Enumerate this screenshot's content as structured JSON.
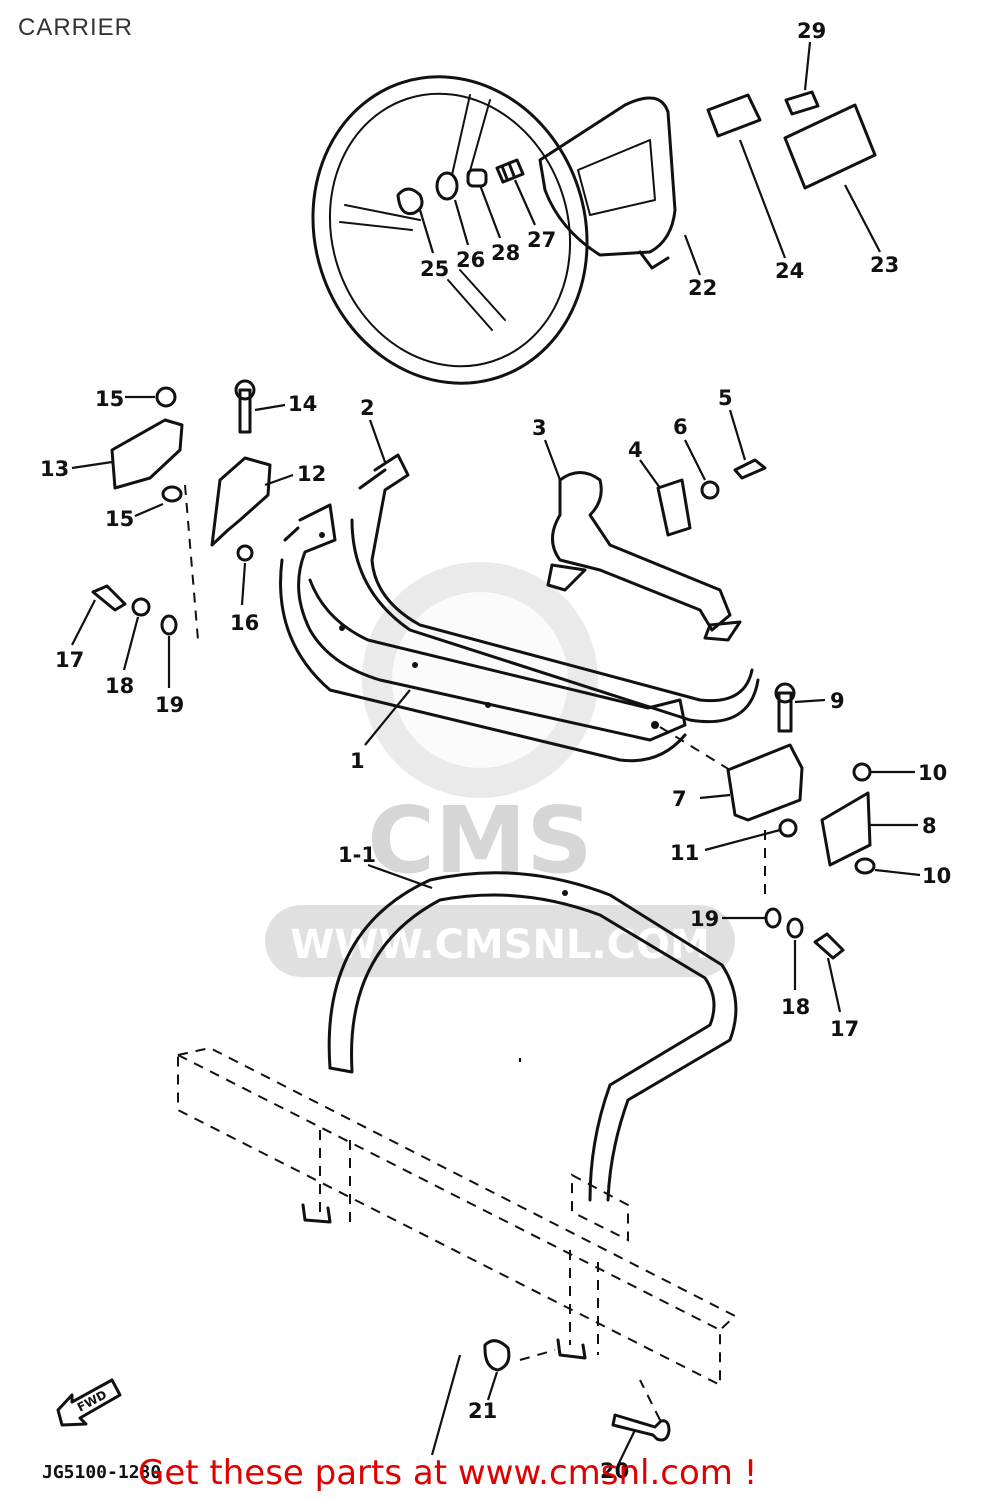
{
  "title": "CARRIER",
  "watermark": {
    "logo": "CMS",
    "site": "WWW.CMSNL.COM"
  },
  "drawing_ref": "JG5100-1280",
  "forward_label": "FWD",
  "promo": "Get these parts at www.cmsnl.com !",
  "callouts": [
    {
      "id": "29",
      "label": "29"
    },
    {
      "id": "24",
      "label": "24"
    },
    {
      "id": "23",
      "label": "23"
    },
    {
      "id": "22",
      "label": "22"
    },
    {
      "id": "25",
      "label": "25"
    },
    {
      "id": "26",
      "label": "26"
    },
    {
      "id": "28",
      "label": "28"
    },
    {
      "id": "27",
      "label": "27"
    },
    {
      "id": "15a",
      "label": "15"
    },
    {
      "id": "14",
      "label": "14"
    },
    {
      "id": "13",
      "label": "13"
    },
    {
      "id": "12",
      "label": "12"
    },
    {
      "id": "15b",
      "label": "15"
    },
    {
      "id": "16",
      "label": "16"
    },
    {
      "id": "17a",
      "label": "17"
    },
    {
      "id": "18a",
      "label": "18"
    },
    {
      "id": "19a",
      "label": "19"
    },
    {
      "id": "2",
      "label": "2"
    },
    {
      "id": "3",
      "label": "3"
    },
    {
      "id": "4",
      "label": "4"
    },
    {
      "id": "5",
      "label": "5"
    },
    {
      "id": "6",
      "label": "6"
    },
    {
      "id": "1",
      "label": "1"
    },
    {
      "id": "9",
      "label": "9"
    },
    {
      "id": "10a",
      "label": "10"
    },
    {
      "id": "7",
      "label": "7"
    },
    {
      "id": "8",
      "label": "8"
    },
    {
      "id": "11",
      "label": "11"
    },
    {
      "id": "10b",
      "label": "10"
    },
    {
      "id": "1-1",
      "label": "1-1"
    },
    {
      "id": "19b",
      "label": "19"
    },
    {
      "id": "18b",
      "label": "18"
    },
    {
      "id": "17b",
      "label": "17"
    },
    {
      "id": "21",
      "label": "21"
    },
    {
      "id": "20",
      "label": "20"
    }
  ]
}
